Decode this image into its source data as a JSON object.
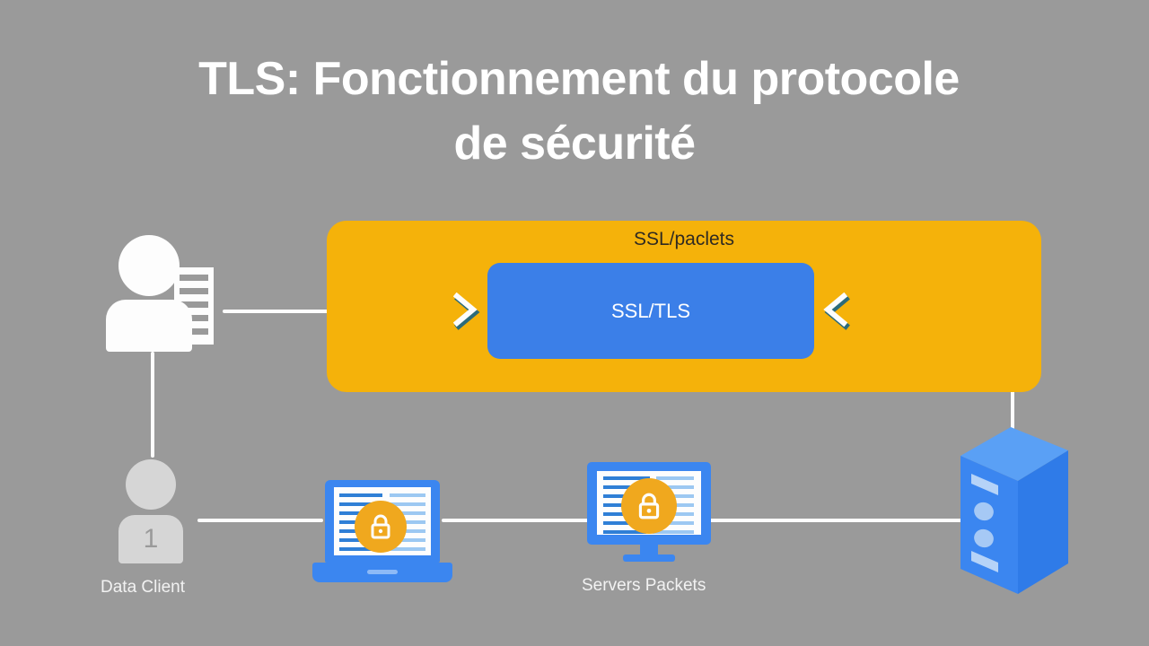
{
  "page": {
    "background_color": "#9a9a9a",
    "title_line_1": "TLS: Fonctionnement du protocole",
    "title_line_2": "de sécurité"
  },
  "colors": {
    "background": "#9a9a9a",
    "orange_panel": "#F5B20A",
    "blue_panel": "#3B7FE8",
    "device_blue": "#3B86F0",
    "lock_orange": "#F0A81E",
    "line_white": "#fdfdfd",
    "chevron_shadow": "#2c6b7a",
    "title_white": "#ffffff",
    "caption_grey": "#f2f2f2",
    "person_bottom_grey": "#d6d6d6"
  },
  "diagram": {
    "orange_panel": {
      "label": "SSL/paclets"
    },
    "blue_panel": {
      "label": "SSL/TLS"
    },
    "nodes": [
      {
        "id": "client-top",
        "label": "",
        "icon": "user-document-icon"
      },
      {
        "id": "data-client",
        "label": "Data Client",
        "icon": "user-badge-icon",
        "badge": "1"
      },
      {
        "id": "laptop",
        "label": "",
        "icon": "laptop-secure-icon"
      },
      {
        "id": "servers",
        "label": "Servers Packets",
        "icon": "monitor-secure-icon"
      },
      {
        "id": "server-tower",
        "label": "",
        "icon": "server-tower-icon"
      }
    ],
    "arrows": [
      {
        "id": "request-in",
        "direction": "right",
        "from": "client-top",
        "to": "blue-panel"
      },
      {
        "id": "response-out",
        "direction": "left",
        "from": "server-tower",
        "to": "blue-panel"
      }
    ]
  }
}
